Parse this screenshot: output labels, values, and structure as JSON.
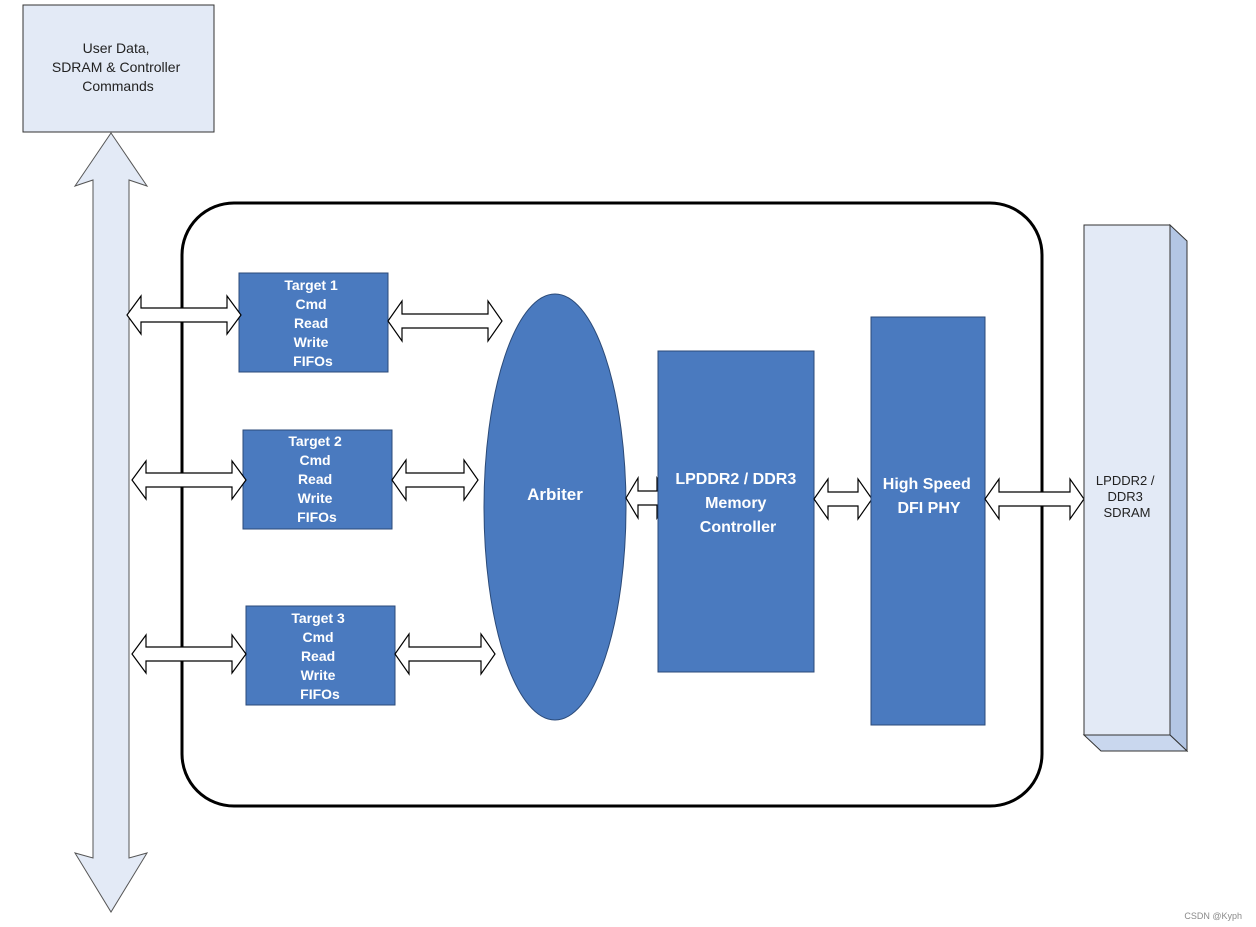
{
  "user_data_box": {
    "lines": [
      "User Data,",
      "SDRAM & Controller",
      "Commands"
    ]
  },
  "targets": [
    {
      "lines": [
        "Target 1",
        "Cmd",
        "Read",
        "Write",
        "FIFOs"
      ]
    },
    {
      "lines": [
        "Target 2",
        "Cmd",
        "Read",
        "Write",
        "FIFOs"
      ]
    },
    {
      "lines": [
        "Target 3",
        "Cmd",
        "Read",
        "Write",
        "FIFOs"
      ]
    }
  ],
  "arbiter": {
    "label": "Arbiter"
  },
  "memory_controller": {
    "lines": [
      "LPDDR2 / DDR3",
      "Memory",
      "Controller"
    ]
  },
  "phy": {
    "lines": [
      "High Speed",
      "DFI PHY"
    ]
  },
  "sdram": {
    "lines": [
      "LPDDR2 /",
      "DDR3",
      "SDRAM"
    ]
  },
  "watermark": "CSDN @Kyph",
  "colors": {
    "block_fill": "#4a7abf",
    "block_stroke": "#2b4a78",
    "light_fill": "#e3eaf6",
    "sdram_side": "#b3c6e4",
    "outline": "#000000"
  }
}
